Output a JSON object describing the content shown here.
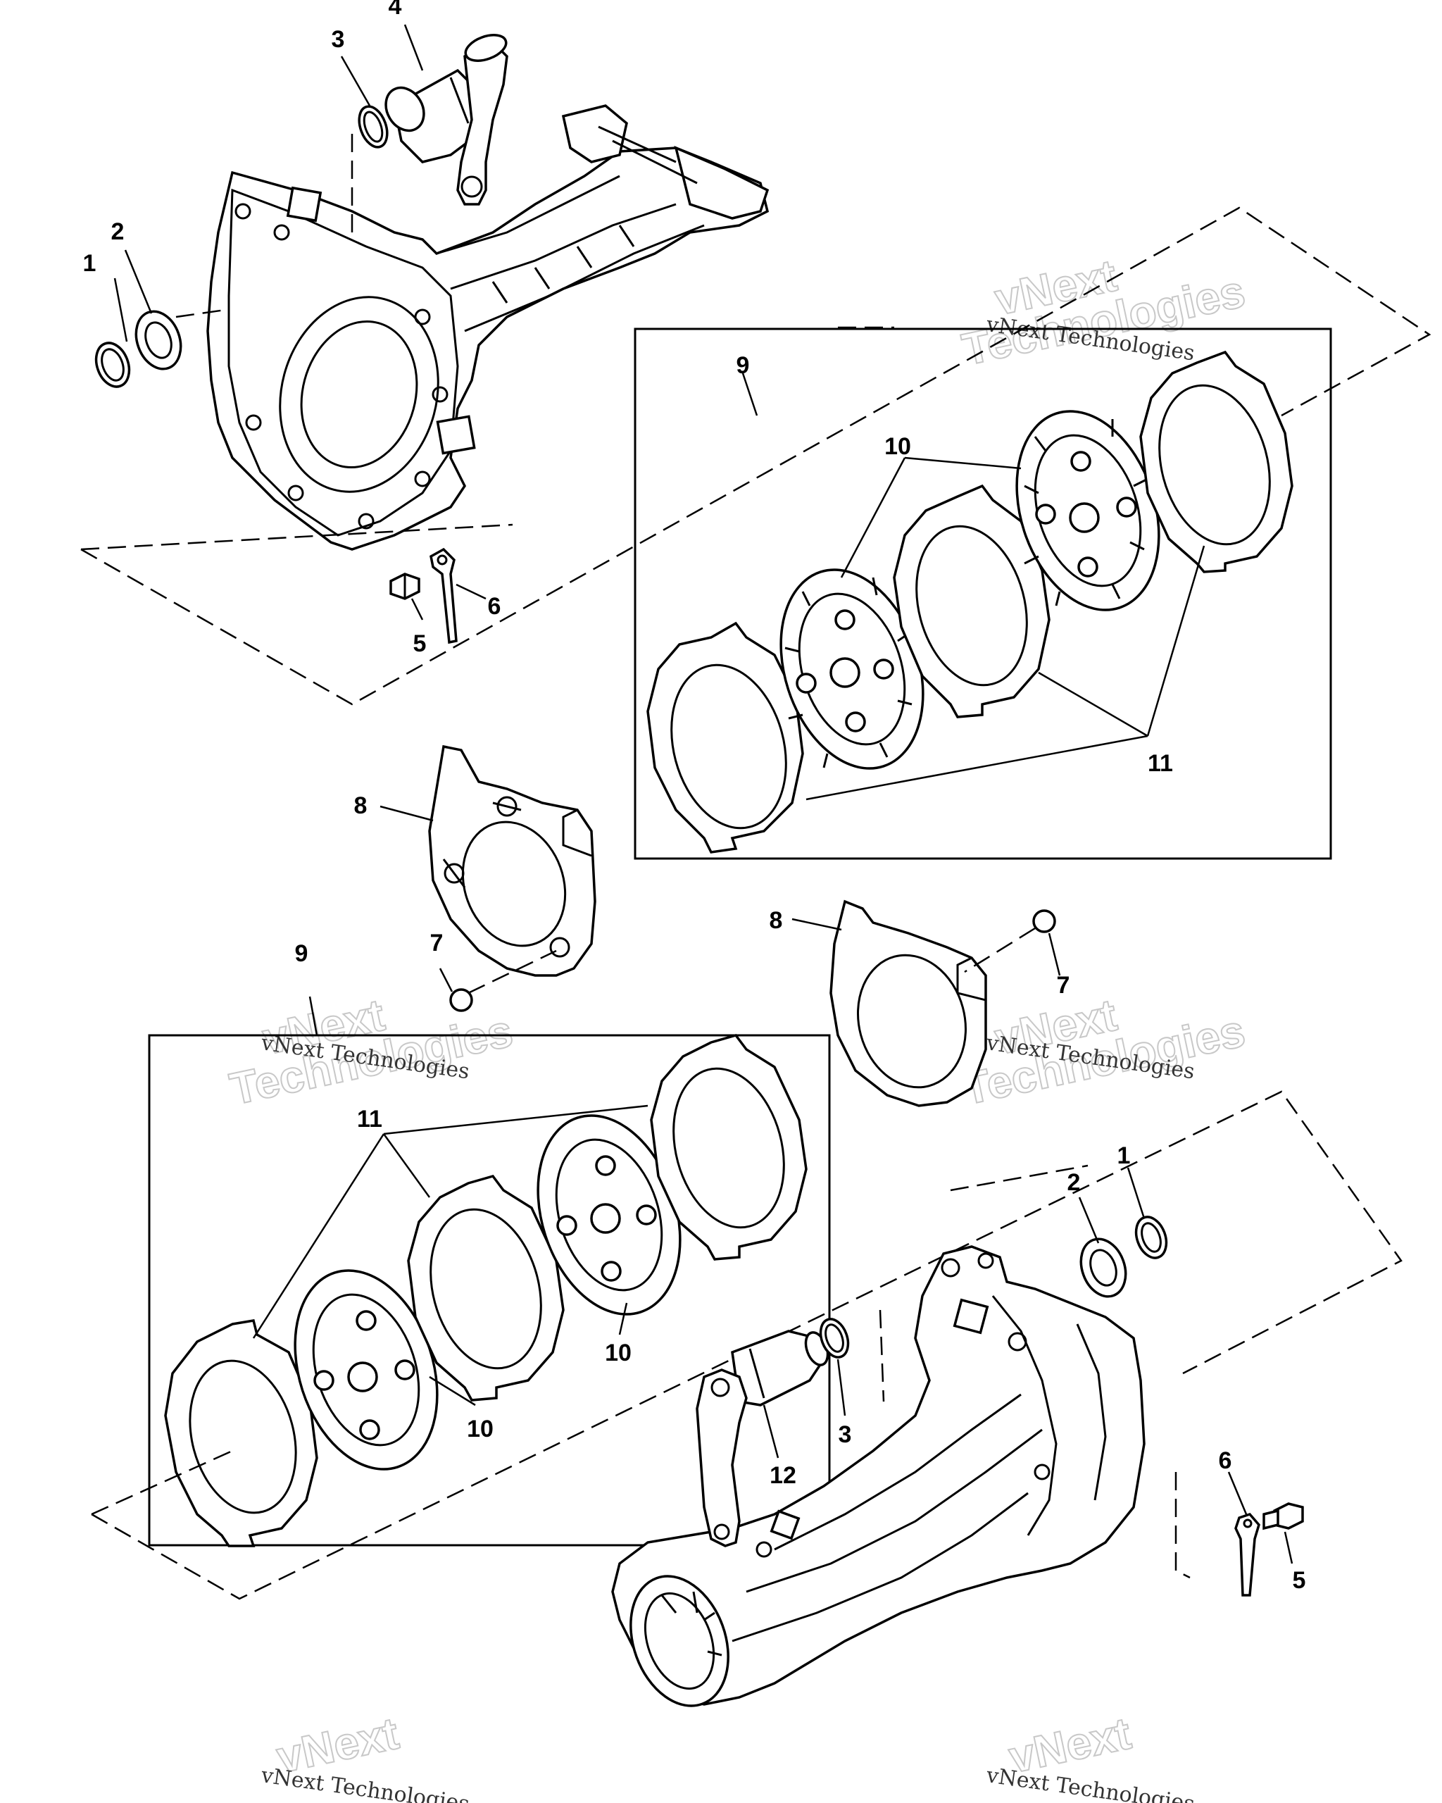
{
  "labels": {
    "upper_1": "1",
    "upper_2": "2",
    "upper_3": "3",
    "upper_4": "4",
    "upper_5": "5",
    "upper_6": "6",
    "upper_8": "8",
    "upper_7": "7",
    "upper_9": "9",
    "upper_10": "10",
    "upper_11": "11",
    "mid_8": "8",
    "mid_7": "7",
    "lower_9": "9",
    "lower_11": "11",
    "lower_10a": "10",
    "lower_10b": "10",
    "lower_1": "1",
    "lower_2": "2",
    "lower_3": "3",
    "lower_12": "12",
    "lower_6": "6",
    "lower_5": "5"
  },
  "watermark": {
    "line1": "vNext Technologies",
    "word1": "vNext",
    "word2": "Technologies"
  }
}
